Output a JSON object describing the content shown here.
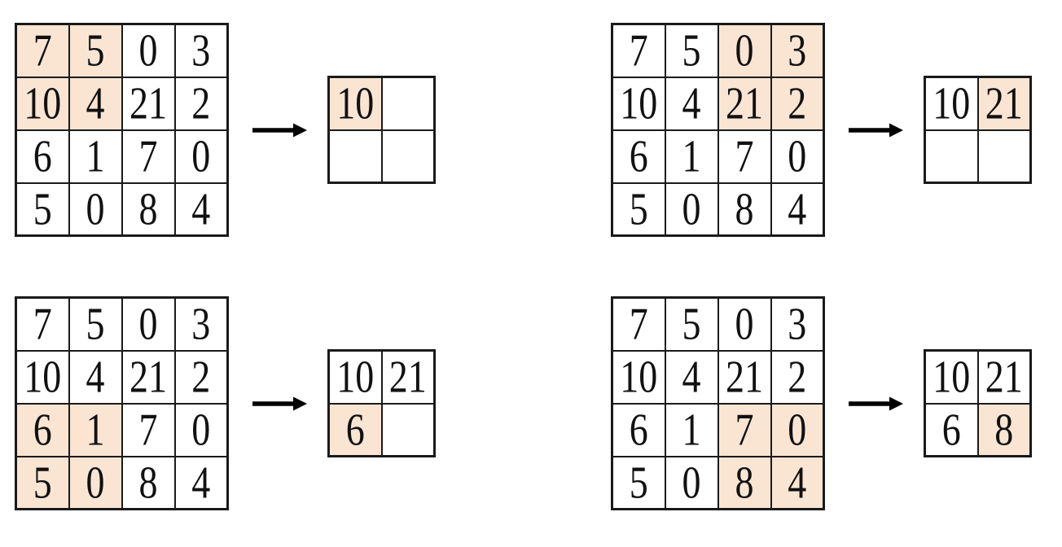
{
  "colors": {
    "highlight": "#fae5d3",
    "grid_line": "#1a1a1a",
    "text": "#111111",
    "arrow": "#000000",
    "background": "#ffffff"
  },
  "icons": {
    "arrow": "right-arrow"
  },
  "panels": [
    {
      "id": "top-left",
      "input_grid": {
        "values": [
          [
            "7",
            "5",
            "0",
            "3"
          ],
          [
            "10",
            "4",
            "21",
            "2"
          ],
          [
            "6",
            "1",
            "7",
            "0"
          ],
          [
            "5",
            "0",
            "8",
            "4"
          ]
        ],
        "highlighted_cells": [
          "0,0",
          "0,1",
          "1,0",
          "1,1"
        ]
      },
      "output_grid": {
        "values": [
          [
            "10",
            ""
          ],
          [
            "",
            ""
          ]
        ],
        "highlighted_cells": [
          "0,0"
        ]
      }
    },
    {
      "id": "top-right",
      "input_grid": {
        "values": [
          [
            "7",
            "5",
            "0",
            "3"
          ],
          [
            "10",
            "4",
            "21",
            "2"
          ],
          [
            "6",
            "1",
            "7",
            "0"
          ],
          [
            "5",
            "0",
            "8",
            "4"
          ]
        ],
        "highlighted_cells": [
          "0,2",
          "0,3",
          "1,2",
          "1,3"
        ]
      },
      "output_grid": {
        "values": [
          [
            "10",
            "21"
          ],
          [
            "",
            ""
          ]
        ],
        "highlighted_cells": [
          "0,1"
        ]
      }
    },
    {
      "id": "bottom-left",
      "input_grid": {
        "values": [
          [
            "7",
            "5",
            "0",
            "3"
          ],
          [
            "10",
            "4",
            "21",
            "2"
          ],
          [
            "6",
            "1",
            "7",
            "0"
          ],
          [
            "5",
            "0",
            "8",
            "4"
          ]
        ],
        "highlighted_cells": [
          "2,0",
          "2,1",
          "3,0",
          "3,1"
        ]
      },
      "output_grid": {
        "values": [
          [
            "10",
            "21"
          ],
          [
            "6",
            ""
          ]
        ],
        "highlighted_cells": [
          "1,0"
        ]
      }
    },
    {
      "id": "bottom-right",
      "input_grid": {
        "values": [
          [
            "7",
            "5",
            "0",
            "3"
          ],
          [
            "10",
            "4",
            "21",
            "2"
          ],
          [
            "6",
            "1",
            "7",
            "0"
          ],
          [
            "5",
            "0",
            "8",
            "4"
          ]
        ],
        "highlighted_cells": [
          "2,2",
          "2,3",
          "3,2",
          "3,3"
        ]
      },
      "output_grid": {
        "values": [
          [
            "10",
            "21"
          ],
          [
            "6",
            "8"
          ]
        ],
        "highlighted_cells": [
          "1,1"
        ]
      }
    }
  ]
}
